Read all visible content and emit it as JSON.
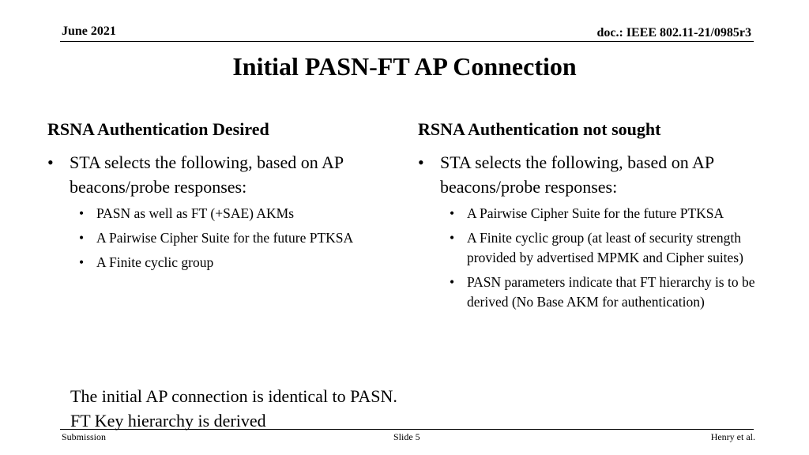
{
  "header": {
    "date": "June 2021",
    "doc": "doc.: IEEE 802.11-21/0985r3"
  },
  "title": "Initial PASN-FT AP Connection",
  "left": {
    "heading": "RSNA Authentication Desired",
    "bullet": "STA selects the following, based on AP beacons/probe responses:",
    "subitems": [
      "PASN as well as FT (+SAE) AKMs",
      "A Pairwise Cipher Suite for the future PTKSA",
      "A Finite cyclic group"
    ]
  },
  "right": {
    "heading": "RSNA Authentication not sought",
    "bullet": "STA selects the following, based on AP beacons/probe responses:",
    "subitems": [
      "A Pairwise Cipher Suite for the future PTKSA",
      "A Finite cyclic group (at least of security strength provided by advertised MPMK and Cipher suites)",
      "PASN parameters indicate that FT hierarchy is to be derived (No Base AKM for authentication)"
    ]
  },
  "conclusion": {
    "line1": "The initial AP connection is identical to PASN.",
    "line2": "FT Key hierarchy is derived"
  },
  "footer": {
    "left": "Submission",
    "center": "Slide 5",
    "right": "Henry et al."
  }
}
